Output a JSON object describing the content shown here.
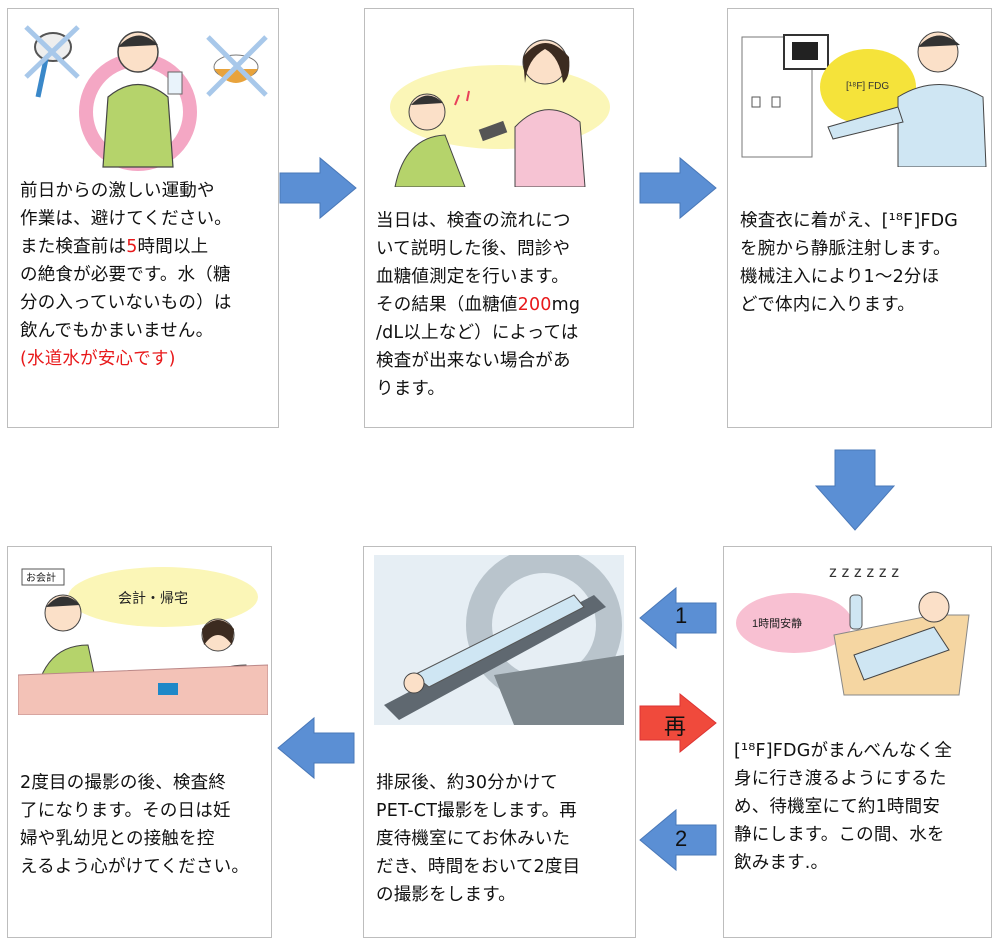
{
  "steps": {
    "step1": {
      "lines": [
        "前日からの激しい運動や",
        "作業は、避けてください。"
      ],
      "line3_pre": "また検査前は",
      "line3_num": "5",
      "line3_post": "時間以上",
      "lines2": [
        "の絶食が必要です。水（糖",
        "分の入っていないもの）は",
        "飲んでもかまいません。"
      ],
      "note": "(水道水が安心です)"
    },
    "step2": {
      "lines": [
        "当日は、検査の流れにつ",
        "いて説明した後、問診や",
        "血糖値測定を行います。"
      ],
      "line4_pre": "その結果（血糖値",
      "line4_num": "200",
      "line4_post": "mg",
      "lines2": [
        "/dL以上など）によっては",
        "検査が出来ない場合があ",
        "ります。"
      ]
    },
    "step3": {
      "lines": [
        "検査衣に着がえ、[¹⁸F]FDG",
        "を腕から静脈注射します。",
        "機械注入により1〜2分ほ",
        "どで体内に入ります。"
      ],
      "illus_label": "[¹⁸F] FDG"
    },
    "step4": {
      "lines": [
        "[¹⁸F]FDGがまんべんなく全",
        "身に行き渡るようにするた",
        "め、待機室にて約1時間安",
        "静にします。この間、水を",
        "飲みます.。"
      ],
      "illus_label": "1時間安静",
      "zzz": "z z z z z z"
    },
    "step5": {
      "lines": [
        "排尿後、約30分かけて",
        "PET-CT撮影をします。再",
        "度待機室にてお休みいた",
        "だき、時間をおいて2度目",
        "の撮影をします。"
      ]
    },
    "step6": {
      "lines": [
        "2度目の撮影の後、検査終",
        "了になります。その日は妊",
        "婦や乳幼児との接触を控",
        "えるよう心がけてください。"
      ],
      "illus_label": "会計・帰宅",
      "sign": "お会計"
    }
  },
  "arrows": {
    "label_1": "1",
    "label_2": "2",
    "label_re": "再"
  },
  "colors": {
    "arrow_blue": "#5b8fd4",
    "arrow_red": "#f04a3c",
    "highlight_red": "#e8191b"
  }
}
